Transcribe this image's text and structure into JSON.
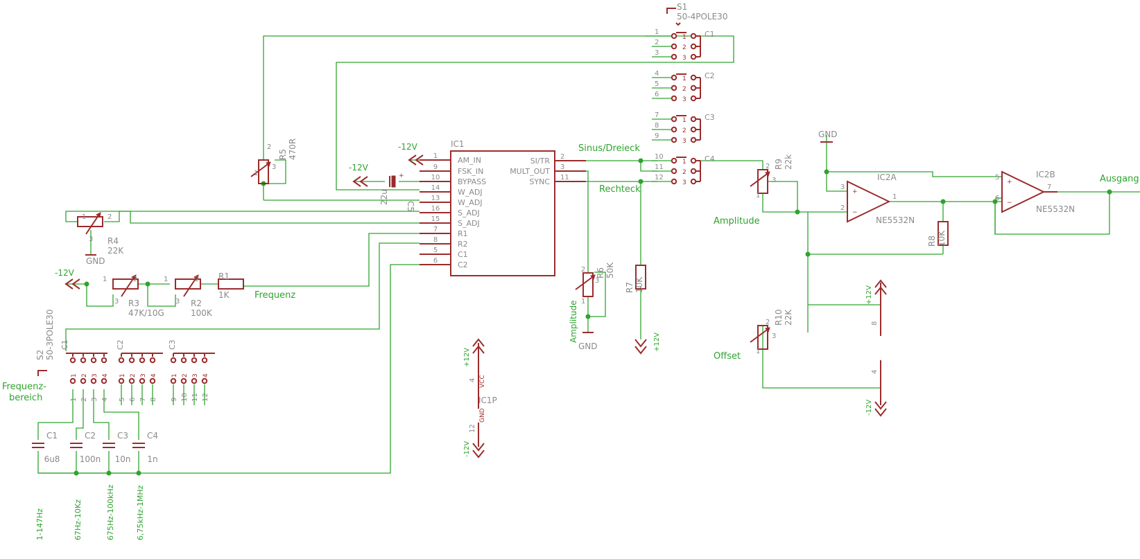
{
  "switch_s1": {
    "name": "S1",
    "value": "50-4POLE30",
    "banks": [
      {
        "name": "C1",
        "pins": [
          "1",
          "2",
          "3"
        ]
      },
      {
        "name": "C2",
        "pins": [
          "4",
          "5",
          "6"
        ]
      },
      {
        "name": "C3",
        "pins": [
          "7",
          "8",
          "9"
        ]
      },
      {
        "name": "C4",
        "pins": [
          "10",
          "11",
          "12"
        ]
      }
    ],
    "contacts": [
      "1",
      "2",
      "3"
    ]
  },
  "ic1": {
    "name": "IC1",
    "left_pins": [
      {
        "num": "1",
        "label": "AM_IN"
      },
      {
        "num": "9",
        "label": "FSK_IN"
      },
      {
        "num": "10",
        "label": "BYPASS"
      },
      {
        "num": "14",
        "label": "W_ADJ"
      },
      {
        "num": "13",
        "label": "W_ADJ"
      },
      {
        "num": "16",
        "label": "S_ADJ"
      },
      {
        "num": "15",
        "label": "S_ADJ"
      },
      {
        "num": "7",
        "label": "R1"
      },
      {
        "num": "8",
        "label": "R2"
      },
      {
        "num": "5",
        "label": "C1"
      },
      {
        "num": "6",
        "label": "C2"
      }
    ],
    "right_pins": [
      {
        "num": "2",
        "label": "SI/TR"
      },
      {
        "num": "3",
        "label": "MULT_OUT"
      },
      {
        "num": "11",
        "label": "SYNC"
      }
    ]
  },
  "ic1p": {
    "name": "IC1P",
    "pin_vcc": "4",
    "vcc_label": "VCC",
    "pin_gnd": "12",
    "gnd_label": "GND",
    "pos": "+12V",
    "neg": "-12V"
  },
  "nets": {
    "sinus": "Sinus/Dreieck",
    "rechteck": "Rechteck",
    "amplitude_left": "Amplitude",
    "amplitude_right": "Amplitude",
    "frequenz": "Frequenz",
    "frequenzbereich": "Frequenz-\nbereich",
    "offset": "Offset",
    "ausgang": "Ausgang"
  },
  "supplies": {
    "neg12_a": "-12V",
    "neg12_b": "-12V",
    "neg12_c": "-12V",
    "pos12_r7": "+12V",
    "pos12_ic2": "+12V",
    "neg12_ic2": "-12V",
    "gnd_r4": "GND",
    "gnd_r6": "GND",
    "gnd_ic2": "GND"
  },
  "parts": {
    "r5": {
      "name": "R5",
      "value": "470R"
    },
    "c5": {
      "name": "C5",
      "value": "22u"
    },
    "r4": {
      "name": "R4",
      "value": "22K"
    },
    "r3": {
      "name": "R3",
      "value": "47K/10G"
    },
    "r2": {
      "name": "R2",
      "value": "100K"
    },
    "r1": {
      "name": "R1",
      "value": "1K"
    },
    "r6": {
      "name": "R6",
      "value": "50K"
    },
    "r7": {
      "name": "R7",
      "value": "10K"
    },
    "r9": {
      "name": "R9",
      "value": "22k"
    },
    "r8": {
      "name": "R8",
      "value": "10K"
    },
    "r10": {
      "name": "R10",
      "value": "22K"
    },
    "ic2a": {
      "name": "IC2A",
      "value": "NE5532N",
      "pins": [
        "3",
        "2",
        "1"
      ]
    },
    "ic2b": {
      "name": "IC2B",
      "value": "NE5532N",
      "pins": [
        "5",
        "6",
        "7"
      ]
    },
    "ic2p": {
      "pin_top": "8",
      "pin_bot": "4"
    }
  },
  "switch_s2": {
    "name": "S2",
    "value": "50-3POLE30",
    "banks": [
      {
        "name": "C1",
        "pins": [
          "1",
          "2",
          "3",
          "4"
        ]
      },
      {
        "name": "C2",
        "pins": [
          "5",
          "6",
          "7",
          "8"
        ]
      },
      {
        "name": "C3",
        "pins": [
          "9",
          "10",
          "11",
          "12"
        ]
      }
    ],
    "contacts": [
      "1",
      "2",
      "3",
      "4"
    ]
  },
  "caps": [
    {
      "name": "C1",
      "value": "6u8",
      "range": "1-147Hz"
    },
    {
      "name": "C2",
      "value": "100n",
      "range": "67Hz-10Kz"
    },
    {
      "name": "C3",
      "value": "10n",
      "range": "675Hz-100kHz"
    },
    {
      "name": "C4",
      "value": "1n",
      "range": "6,75kHz-1MHz"
    }
  ],
  "pin_labels": {
    "one": "1",
    "two": "2",
    "three": "3",
    "plus": "+",
    "minus": "−"
  }
}
